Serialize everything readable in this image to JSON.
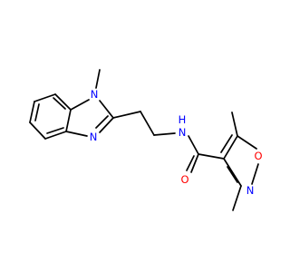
{
  "colors": {
    "bond": "#000000",
    "carbon_text": "#000000",
    "nitrogen": "#0000ff",
    "oxygen": "#ff0000",
    "background": "#ffffff"
  },
  "atoms": {
    "n1_benzimidazole": "N",
    "n3_benzimidazole": "N",
    "amide_nh": "N",
    "amide_h": "H",
    "carbonyl_o": "O",
    "isoxazole_o": "O",
    "isoxazole_n": "N"
  }
}
